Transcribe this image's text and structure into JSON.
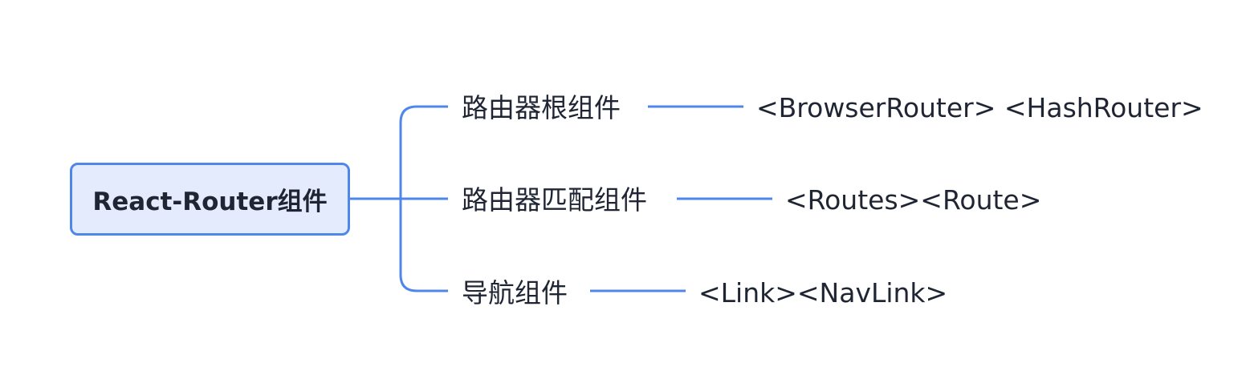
{
  "colors": {
    "connector": "#4f86ec",
    "root_fill": "#e3ebfd",
    "root_border": "#4f86ec",
    "text": "#1f2533"
  },
  "root": {
    "label": "React-Router组件"
  },
  "branches": [
    {
      "label": "路由器根组件",
      "child": "<BrowserRouter> <HashRouter>"
    },
    {
      "label": "路由器匹配组件",
      "child": "<Routes><Route>"
    },
    {
      "label": "导航组件",
      "child": "<Link><NavLink>"
    }
  ]
}
